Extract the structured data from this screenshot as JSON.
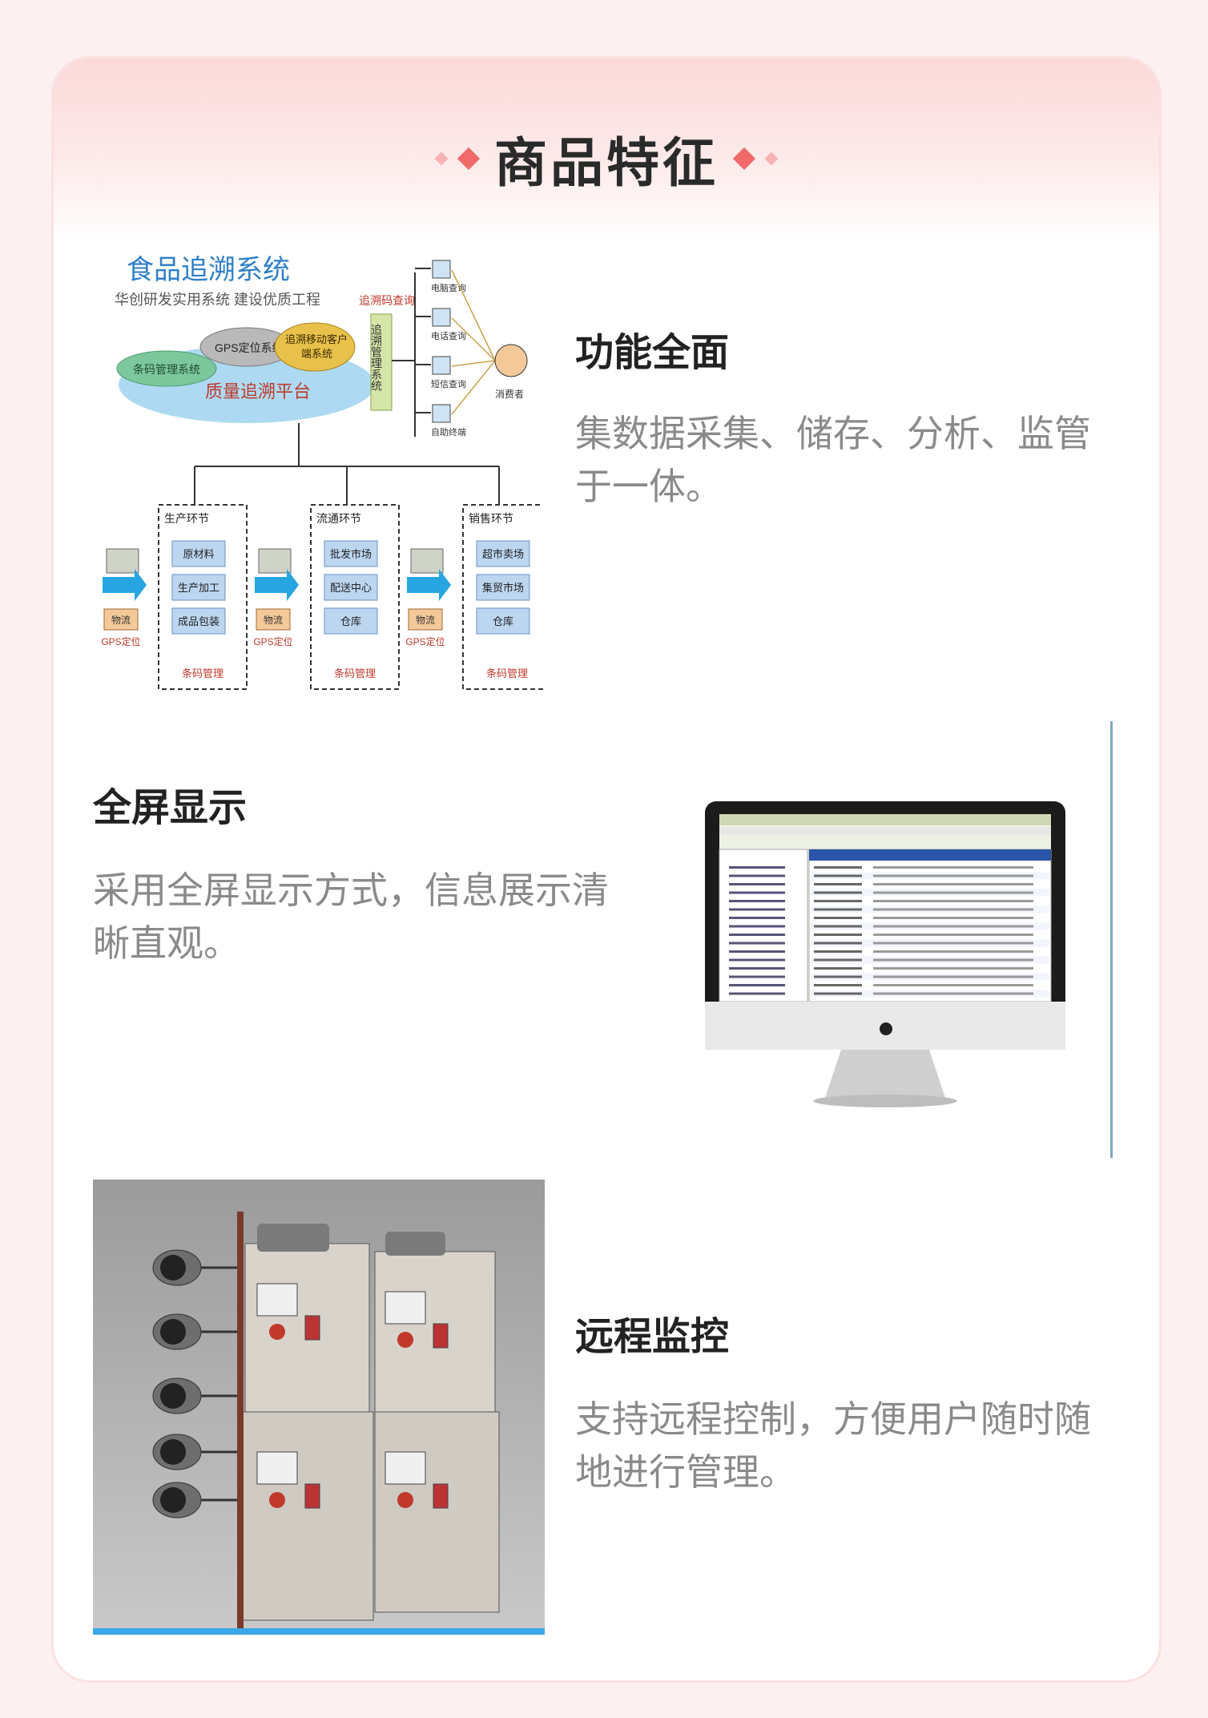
{
  "header": {
    "title": "商品特征"
  },
  "features": [
    {
      "title": "功能全面",
      "desc_line1": "集数据采集、储存、分析、监管",
      "desc_line2": "于一体。"
    },
    {
      "title": "全屏显示",
      "desc_line1": "采用全屏显示方式，信息展示清",
      "desc_line2": "晰直观。"
    },
    {
      "title": "远程监控",
      "desc_line1": "支持远程控制，方便用户随时随",
      "desc_line2": "地进行管理。"
    }
  ],
  "diagram": {
    "title": "食品追溯系统",
    "subtitle": "华创研发实用系统 建设优质工程",
    "platform": "质量追溯平台",
    "barcode_system": "条码管理系统",
    "gps_system": "GPS定位系统",
    "mobile_system_1": "追溯移动客户",
    "mobile_system_2": "端系统",
    "trace_query": "追溯码查询",
    "management_system": "追溯管理系统",
    "query_channels": [
      "电脑查询",
      "电话查询",
      "短信查询",
      "自助终端"
    ],
    "consumer": "消费者",
    "stages": [
      {
        "name": "生产环节",
        "items": [
          "原材料",
          "生产加工",
          "成品包装"
        ],
        "footer": "条码管理"
      },
      {
        "name": "流通环节",
        "items": [
          "批发市场",
          "配送中心",
          "仓库"
        ],
        "footer": "条码管理"
      },
      {
        "name": "销售环节",
        "items": [
          "超市卖场",
          "集贸市场",
          "仓库"
        ],
        "footer": "条码管理"
      }
    ],
    "logistics": "物流",
    "gps": "GPS定位"
  },
  "colors": {
    "accent": "#f06a6a",
    "title": "#222222",
    "desc": "#8a8a8a"
  }
}
